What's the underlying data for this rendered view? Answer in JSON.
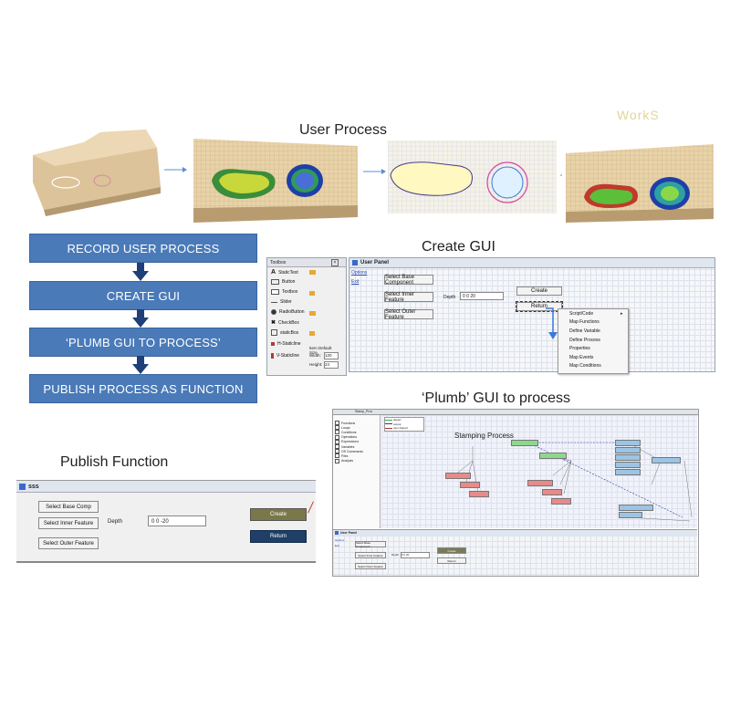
{
  "sections": {
    "user_process": "User Process",
    "create_gui": "Create GUI",
    "plumb": "‘Plumb’ GUI to process",
    "publish": "Publish Function"
  },
  "logo_text": "WorkS",
  "flow_steps": [
    "RECORD USER PROCESS",
    "CREATE GUI",
    "‘PLUMB GUI TO PROCESS’",
    "PUBLISH PROCESS AS FUNCTION"
  ],
  "toolbox": {
    "title": "Toolbox",
    "items": [
      "StaticText",
      "Button",
      "Textbox",
      "Slider",
      "RadioButton",
      "CheckBox",
      "staticBox",
      "H-Staticline",
      "V-Staticline"
    ],
    "size_label": "Item Default Size",
    "width_label": "Width:",
    "width_value": "120",
    "height_label": "Height:",
    "height_value": "24"
  },
  "user_panel": {
    "title": "User Panel",
    "menu": [
      "Options",
      "Exit"
    ],
    "select_base": "Select Base Component",
    "select_inner": "Select Inner Feature",
    "select_outer": "Select Outer Feature",
    "depth_label": "Depth",
    "depth_value": "0 0 20",
    "create": "Create",
    "return": "Return"
  },
  "context_menu": [
    "Script/Code",
    "Map Functions",
    "Define Variable",
    "Define Process",
    "Properties",
    "Map Events",
    "Map Conditions"
  ],
  "plumb_diagram": {
    "tab": "Stamp_Proc",
    "title": "Stamping Process",
    "tree": [
      "Functions",
      "Loops",
      "Conditions",
      "Operations",
      "Expressions",
      "Variables",
      "OS Commands",
      "Files",
      "Analysis"
    ],
    "legend": [
      "depart",
      "output",
      "user Depart"
    ],
    "panel_title": "User Panel",
    "menu": [
      "Options",
      "Exit"
    ],
    "select_base": "Select Base Component",
    "select_inner": "Select Inner Feature",
    "select_outer": "Select Outer Feature",
    "depth_label": "Depth",
    "depth_value": "0 0 20",
    "create": "Create",
    "return": "Return"
  },
  "publish_panel": {
    "title": "sss",
    "select_base": "Select Base Comp",
    "select_inner": "Select Inner Feature",
    "select_outer": "Select Outer Feature",
    "depth_label": "Depth",
    "depth_value": "0 0 -20",
    "create": "Create",
    "return": "Return"
  }
}
